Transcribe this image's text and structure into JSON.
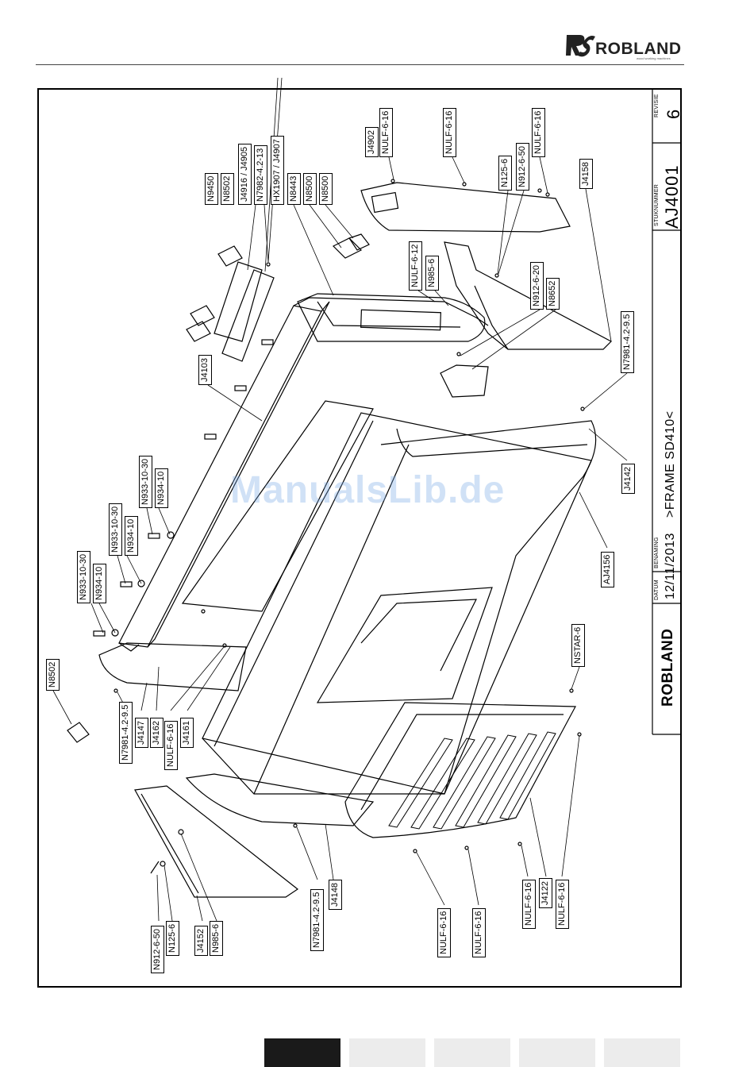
{
  "header": {
    "brand_name": "ROBLAND",
    "brand_tagline": "wood working machines"
  },
  "watermark": "ManualsLib.de",
  "title_block": {
    "revisie_label": "REVISIE",
    "revisie_value": "6",
    "stuknummer_label": "STUKNUMMER",
    "stuknummer_value": "AJ4001",
    "benaming_label": "BENAMING",
    "benaming_value": ">FRAME SD410<",
    "datum_label": "DATUM",
    "datum_value": "12/11/2013",
    "logo_text": "ROBLAND"
  },
  "callouts": [
    {
      "id": "c1",
      "text": "J4902"
    },
    {
      "id": "c2",
      "text": "NULF-6-16"
    },
    {
      "id": "c3",
      "text": "NULF-6-16"
    },
    {
      "id": "c4",
      "text": "N125-6"
    },
    {
      "id": "c5",
      "text": "N912-6-50"
    },
    {
      "id": "c6",
      "text": "NULF-6-16"
    },
    {
      "id": "c7",
      "text": "J4158"
    },
    {
      "id": "c8",
      "text": "N9450"
    },
    {
      "id": "c9",
      "text": "N8502"
    },
    {
      "id": "c10",
      "text": "J4916 / J4905"
    },
    {
      "id": "c11",
      "text": "N7982-4.2-13"
    },
    {
      "id": "c12",
      "text": "HX1907 / J4907"
    },
    {
      "id": "c13",
      "text": "N8443"
    },
    {
      "id": "c14",
      "text": "N8500"
    },
    {
      "id": "c15",
      "text": "N8500"
    },
    {
      "id": "c16",
      "text": "NULF-6-12"
    },
    {
      "id": "c17",
      "text": "N985-6"
    },
    {
      "id": "c18",
      "text": "N912-6-20"
    },
    {
      "id": "c19",
      "text": "N8652"
    },
    {
      "id": "c20",
      "text": "N7981-4.2-9.5"
    },
    {
      "id": "c21",
      "text": "J4103"
    },
    {
      "id": "c22",
      "text": "N933-10-30"
    },
    {
      "id": "c23",
      "text": "N934-10"
    },
    {
      "id": "c24",
      "text": "N933-10-30"
    },
    {
      "id": "c25",
      "text": "N934-10"
    },
    {
      "id": "c26",
      "text": "N933-10-30"
    },
    {
      "id": "c27",
      "text": "N934-10"
    },
    {
      "id": "c28",
      "text": "J4142"
    },
    {
      "id": "c29",
      "text": "AJ4156"
    },
    {
      "id": "c30",
      "text": "NSTAR-6"
    },
    {
      "id": "c31",
      "text": "N8502"
    },
    {
      "id": "c32",
      "text": "N7981-4.2-9.5"
    },
    {
      "id": "c33",
      "text": "J4147"
    },
    {
      "id": "c34",
      "text": "J4162"
    },
    {
      "id": "c35",
      "text": "NULF-6-16"
    },
    {
      "id": "c36",
      "text": "J4161"
    },
    {
      "id": "c37",
      "text": "N912-6-50"
    },
    {
      "id": "c38",
      "text": "N125-6"
    },
    {
      "id": "c39",
      "text": "J4152"
    },
    {
      "id": "c40",
      "text": "N985-6"
    },
    {
      "id": "c41",
      "text": "N7981-4.2-9.5"
    },
    {
      "id": "c42",
      "text": "J4148"
    },
    {
      "id": "c43",
      "text": "NULF-6-16"
    },
    {
      "id": "c44",
      "text": "NULF-6-16"
    },
    {
      "id": "c45",
      "text": "NULF-6-16"
    },
    {
      "id": "c46",
      "text": "J4122"
    },
    {
      "id": "c47",
      "text": "NULF-6-16"
    }
  ],
  "footer_tabs": [
    {
      "id": "t1",
      "state": "active",
      "color": "#1a1a1a"
    },
    {
      "id": "t2",
      "state": "inactive",
      "color": "#ececec"
    },
    {
      "id": "t3",
      "state": "inactive",
      "color": "#ececec"
    },
    {
      "id": "t4",
      "state": "inactive",
      "color": "#ececec"
    },
    {
      "id": "t5",
      "state": "inactive",
      "color": "#ececec"
    }
  ]
}
